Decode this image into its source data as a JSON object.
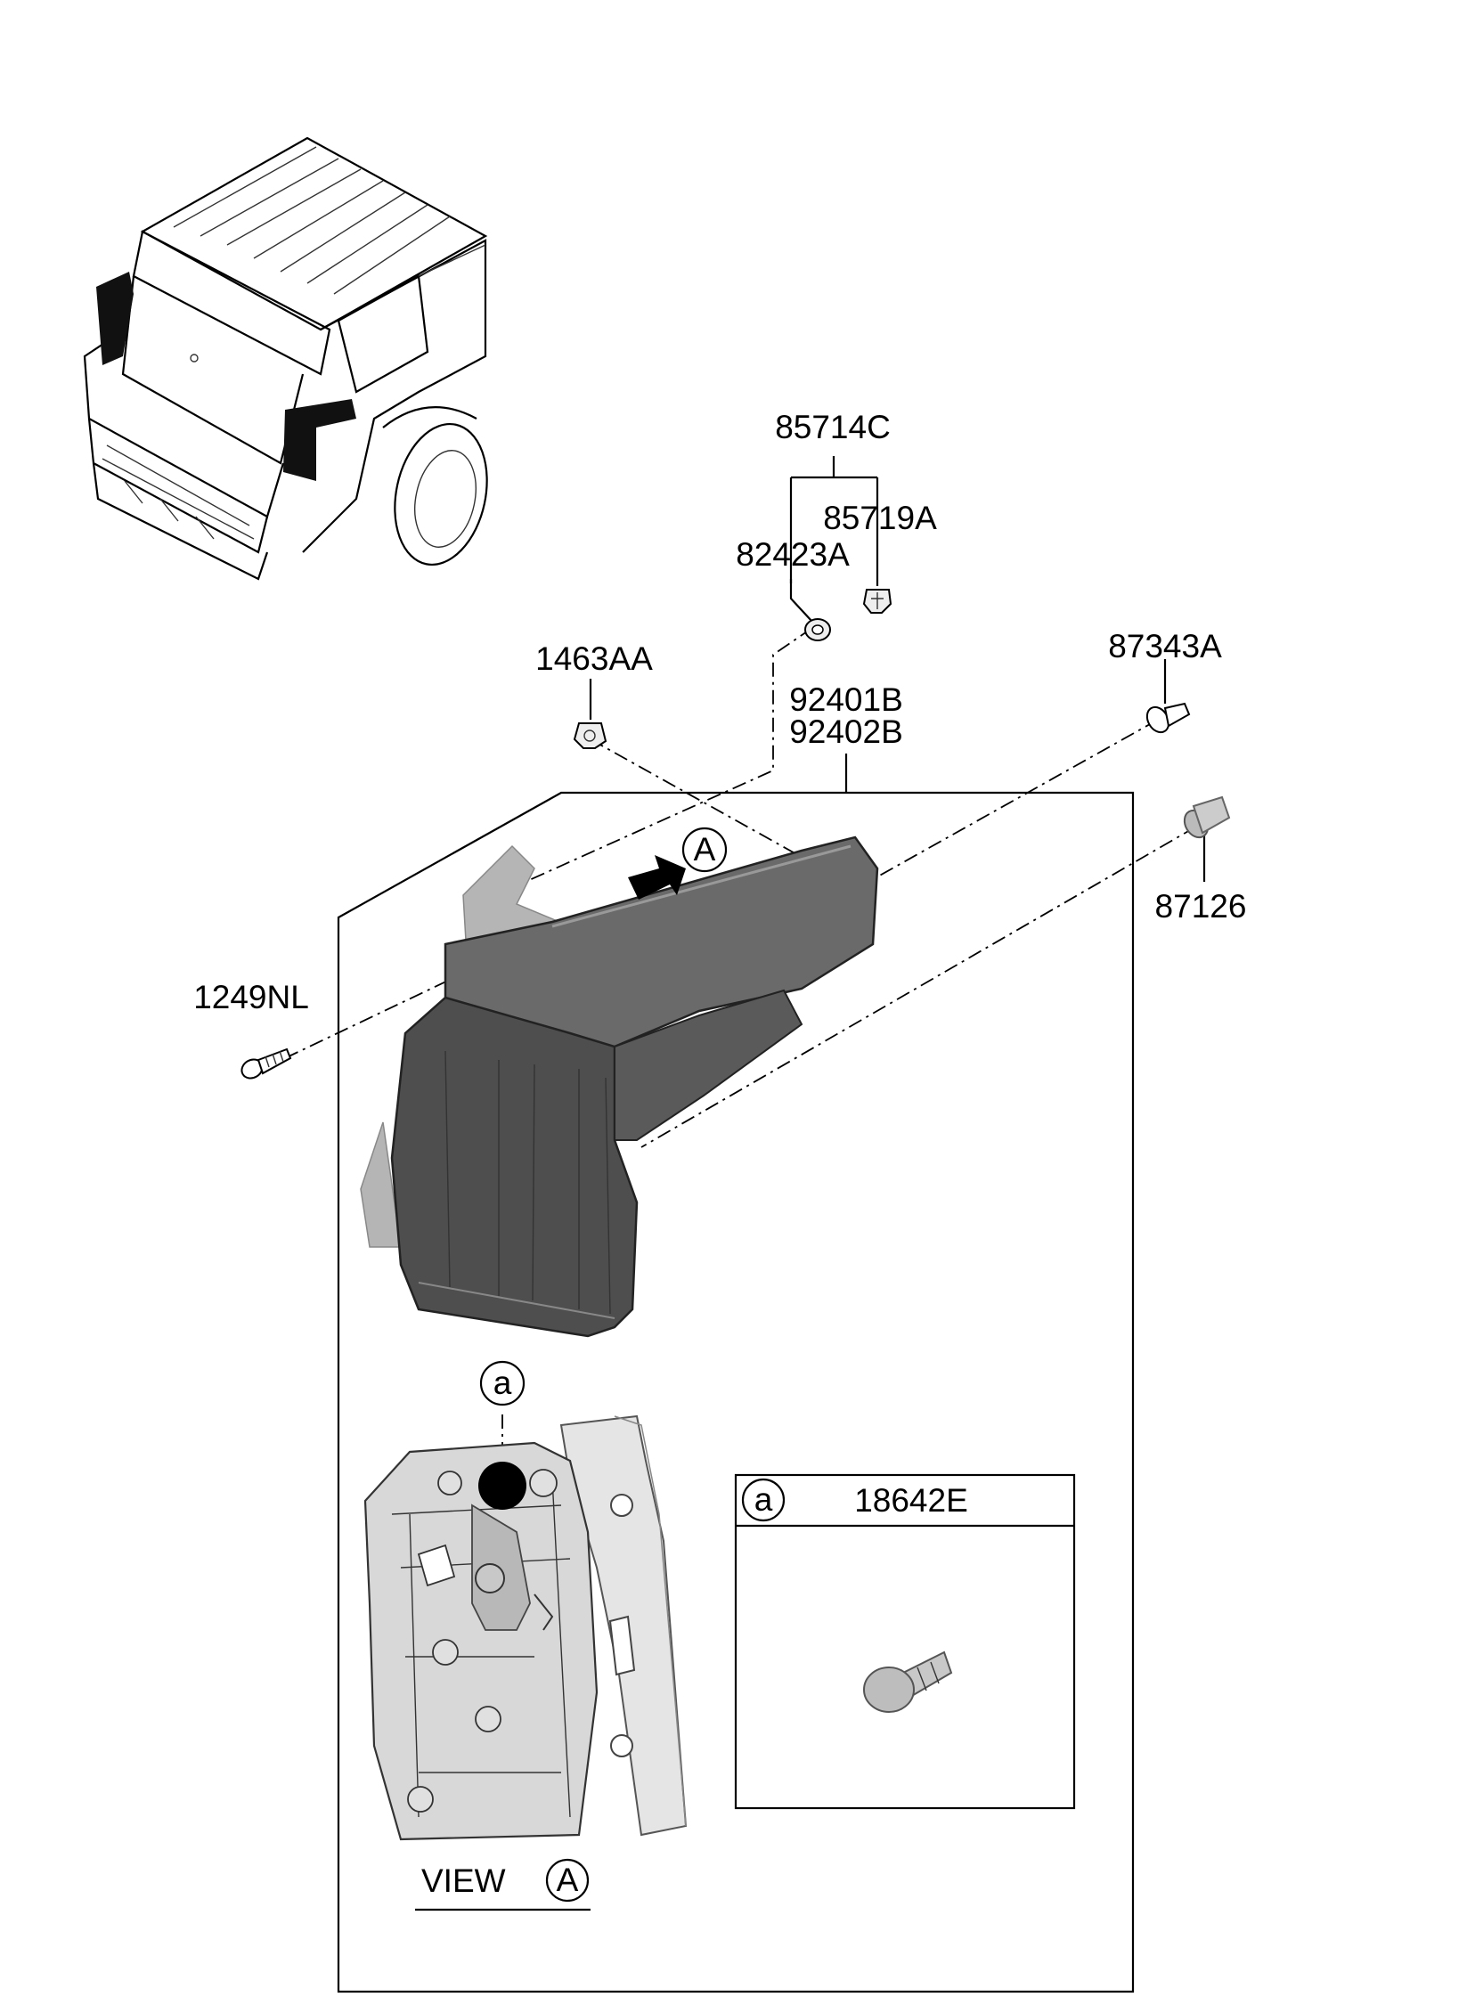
{
  "labels": {
    "p85714C": "85714C",
    "p85719A": "85719A",
    "p82423A": "82423A",
    "p1463AA": "1463AA",
    "p87343A": "87343A",
    "p92401B": "92401B",
    "p92402B": "92402B",
    "p87126": "87126",
    "p1249NL": "1249NL",
    "p18642E": "18642E"
  },
  "markers": {
    "view_a": "A",
    "bulb_ref": "a"
  },
  "view_caption": {
    "word": "VIEW",
    "letter": "A"
  },
  "colors": {
    "line": "#000000",
    "lamp_lens": "#6a6a6a",
    "lamp_dark": "#4a4a4a",
    "housing": "#d8d8d8"
  }
}
